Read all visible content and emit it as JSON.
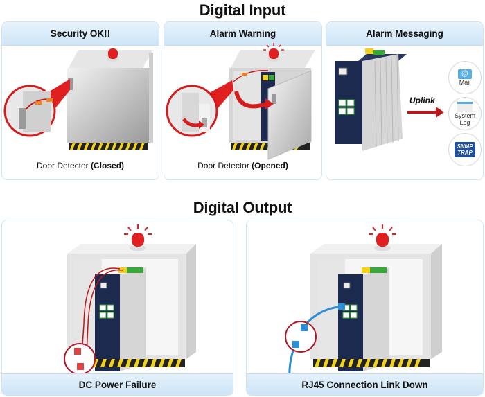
{
  "digital_input": {
    "title": "Digital Input",
    "panels": [
      {
        "header": "Security OK!!",
        "caption_prefix": "Door Detector ",
        "caption_state": "(Closed)"
      },
      {
        "header": "Alarm Warning",
        "caption_prefix": "Door Detector ",
        "caption_state": "(Opened)"
      },
      {
        "header": "Alarm Messaging",
        "arrow_label": "Uplink",
        "targets": [
          {
            "icon": "mail-icon",
            "label": "Mail"
          },
          {
            "icon": "system-log-icon",
            "label_line1": "System",
            "label_line2": "Log"
          },
          {
            "icon": "snmp-trap-icon",
            "badge_line1": "SNMP",
            "badge_line2": "TRAP"
          }
        ]
      }
    ]
  },
  "digital_output": {
    "title": "Digital Output",
    "panels": [
      {
        "footer": "DC Power Failure"
      },
      {
        "footer": "RJ45 Connection Link Down"
      }
    ]
  },
  "colors": {
    "panel_border": "#cfe4f5",
    "panel_band": "#d6e9f8",
    "alarm_red": "#e02020",
    "switch_navy": "#1d2a4f",
    "hazard_yellow": "#f2d21b",
    "cable_blue": "#2c8fd6"
  }
}
